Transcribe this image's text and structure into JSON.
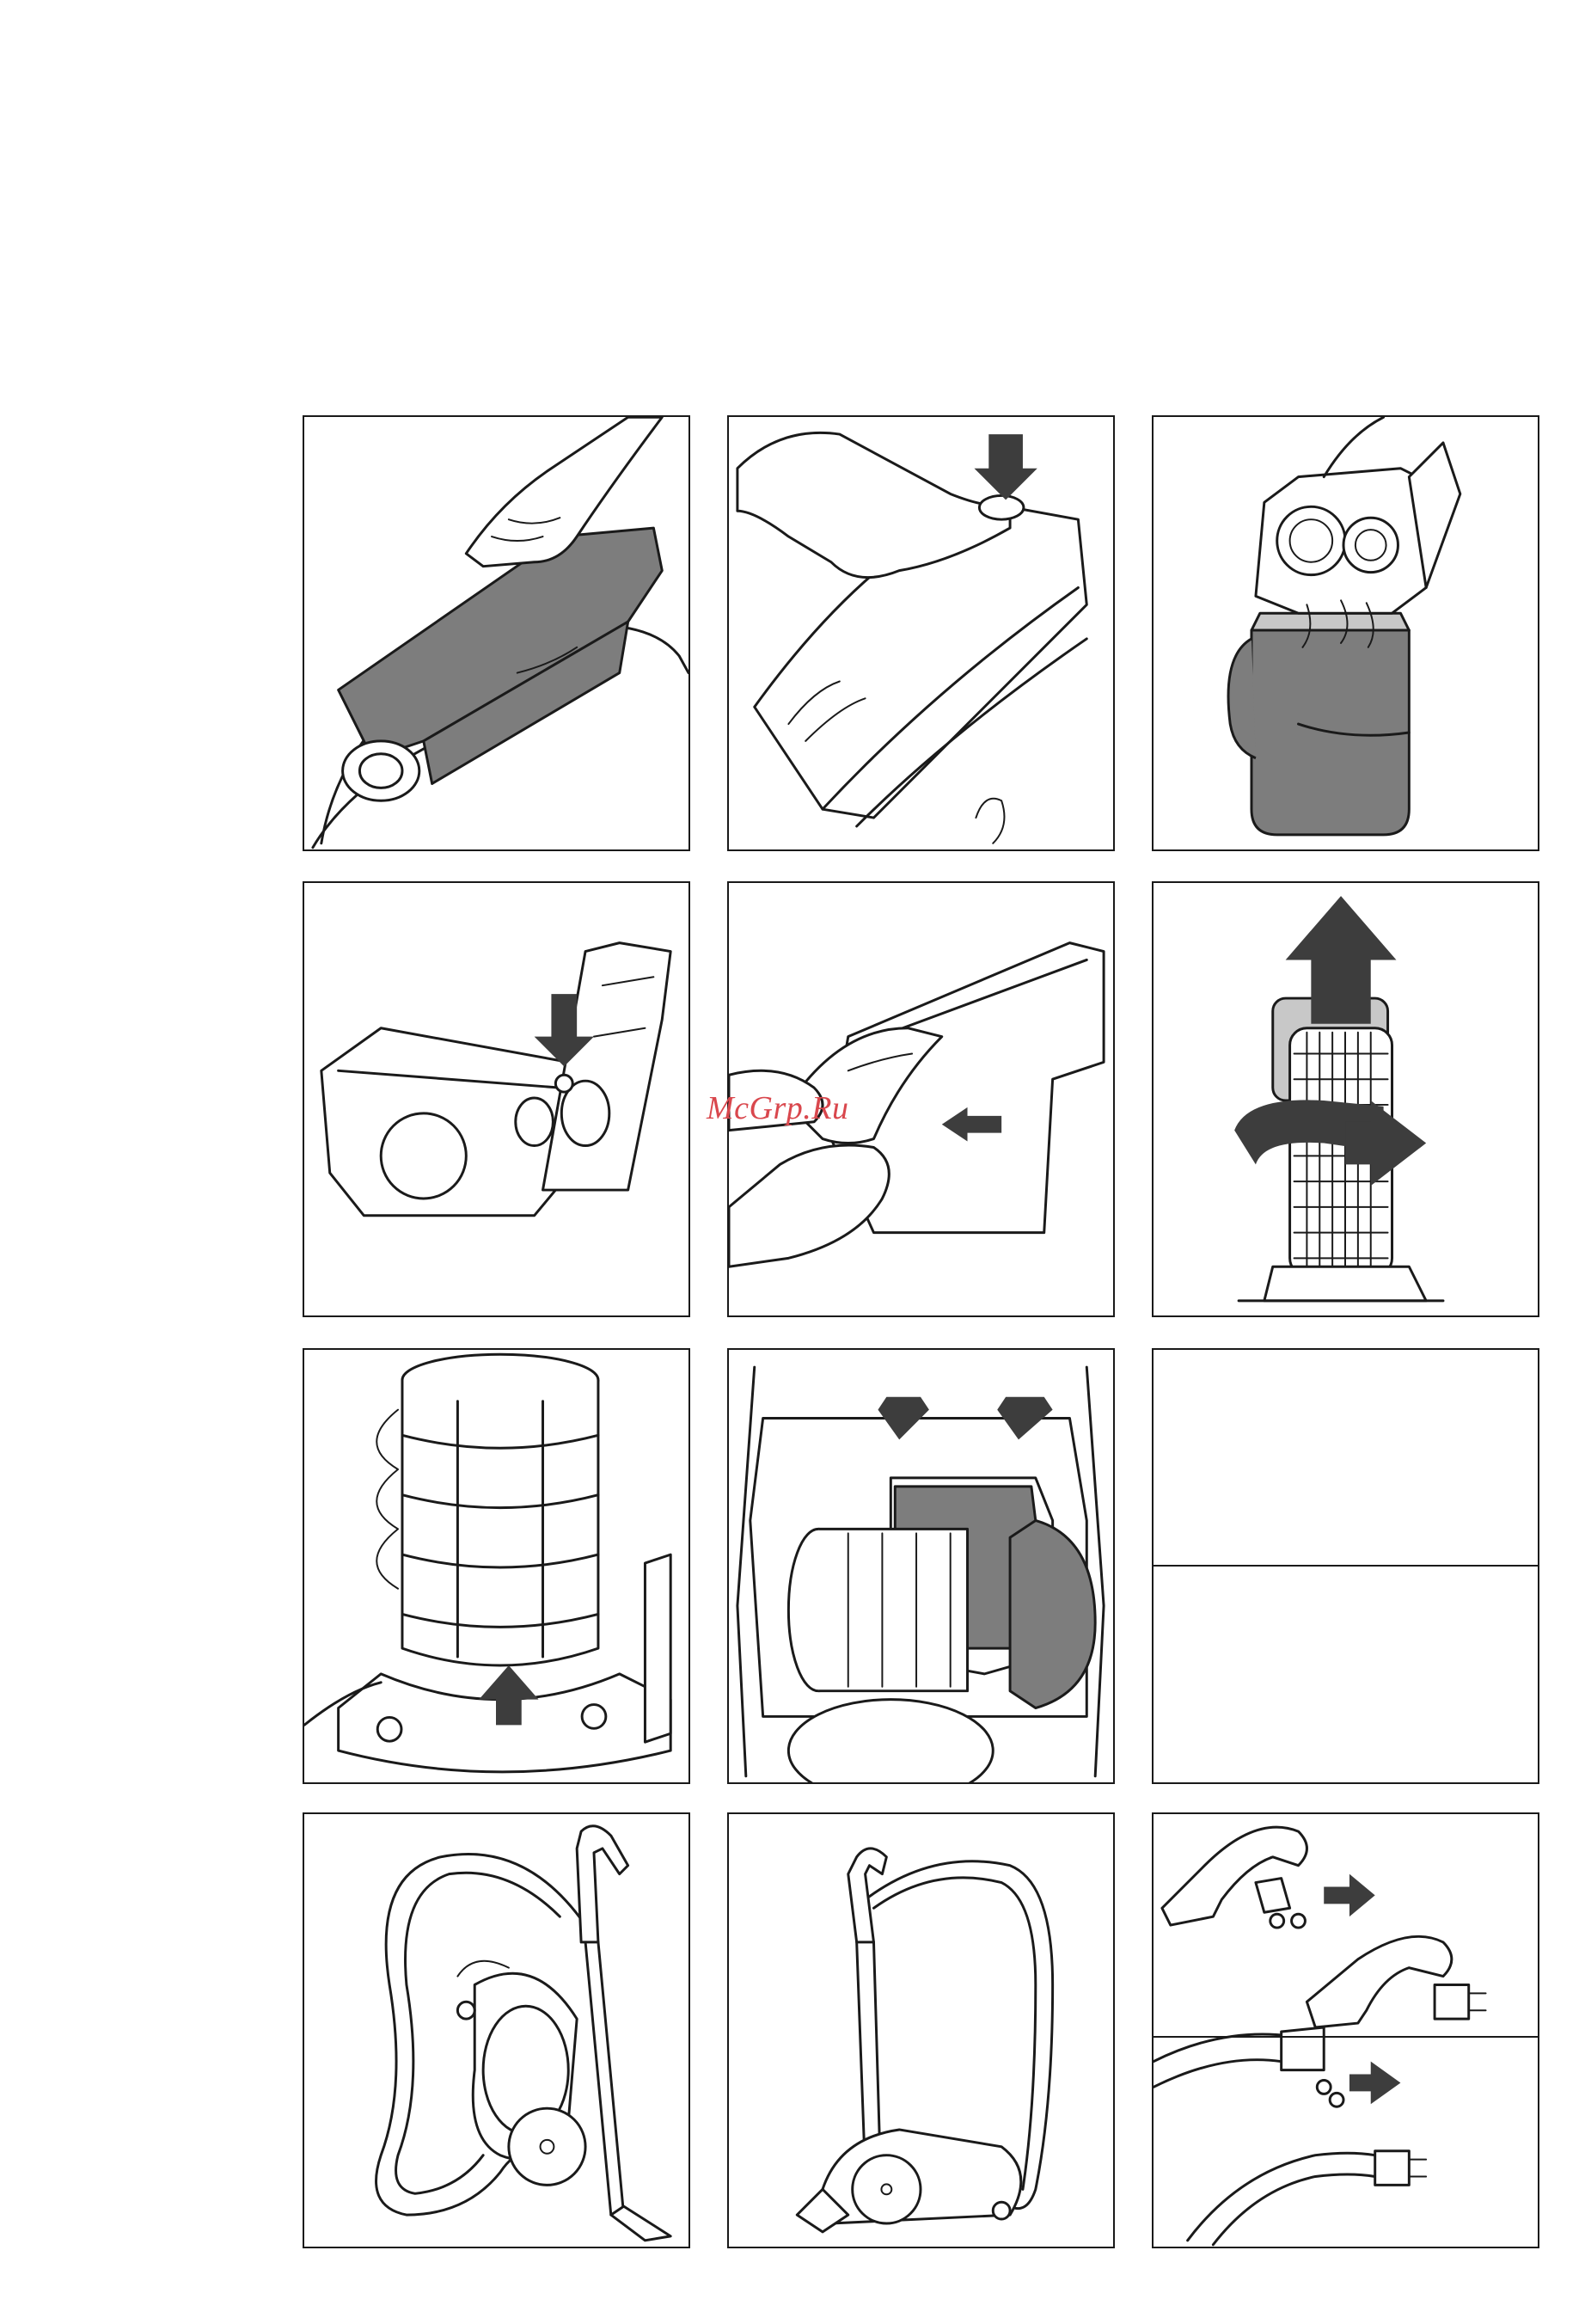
{
  "page": {
    "background": "#ffffff",
    "line_color": "#1a1a1a",
    "arrow_color": "#3d3d3d",
    "grey_fill": "#7d7d7d"
  },
  "watermark": {
    "text": "McGrp.Ru",
    "color": "#d9474d"
  },
  "panels": [
    {
      "id": "p1",
      "subject": "hand-pressing-lid-release"
    },
    {
      "id": "p2",
      "subject": "finger-pressing-button-arrow-down"
    },
    {
      "id": "p3",
      "subject": "emptying-dust-into-bin"
    },
    {
      "id": "p4",
      "subject": "press-release-catch-arrow-down"
    },
    {
      "id": "p5",
      "subject": "remove-filter-cover-arrow-left"
    },
    {
      "id": "p6",
      "subject": "twist-and-lift-filter-arrows"
    },
    {
      "id": "p7",
      "subject": "filter-cage-arrow-up"
    },
    {
      "id": "p8",
      "subject": "insert-filter-arrows-down"
    },
    {
      "id": "p9",
      "subject": "exhaust-filter-replacement-two-step"
    },
    {
      "id": "p10",
      "subject": "vacuum-cleaner-parked-hose"
    },
    {
      "id": "p11",
      "subject": "vacuum-cleaner-standing-storage"
    },
    {
      "id": "p12",
      "subject": "handle-detach-two-step-arrows-right"
    }
  ]
}
